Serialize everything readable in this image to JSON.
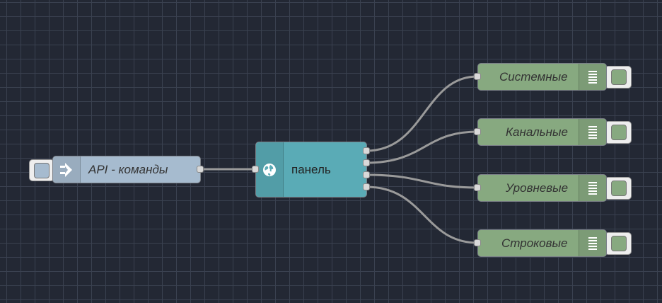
{
  "flow": {
    "inject_node": {
      "label": "API - команды",
      "icon": "inject-arrow-icon",
      "color": "#a6bbcf"
    },
    "function_node": {
      "label": "панель",
      "icon": "globe-icon",
      "color": "#5aabb6"
    },
    "debug_nodes": [
      {
        "label": "Системные",
        "icon": "debug-list-icon"
      },
      {
        "label": "Канальные",
        "icon": "debug-list-icon"
      },
      {
        "label": "Уровневые",
        "icon": "debug-list-icon"
      },
      {
        "label": "Строковые",
        "icon": "debug-list-icon"
      }
    ],
    "debug_color": "#87a980",
    "wire_color": "#9a9a9a"
  }
}
